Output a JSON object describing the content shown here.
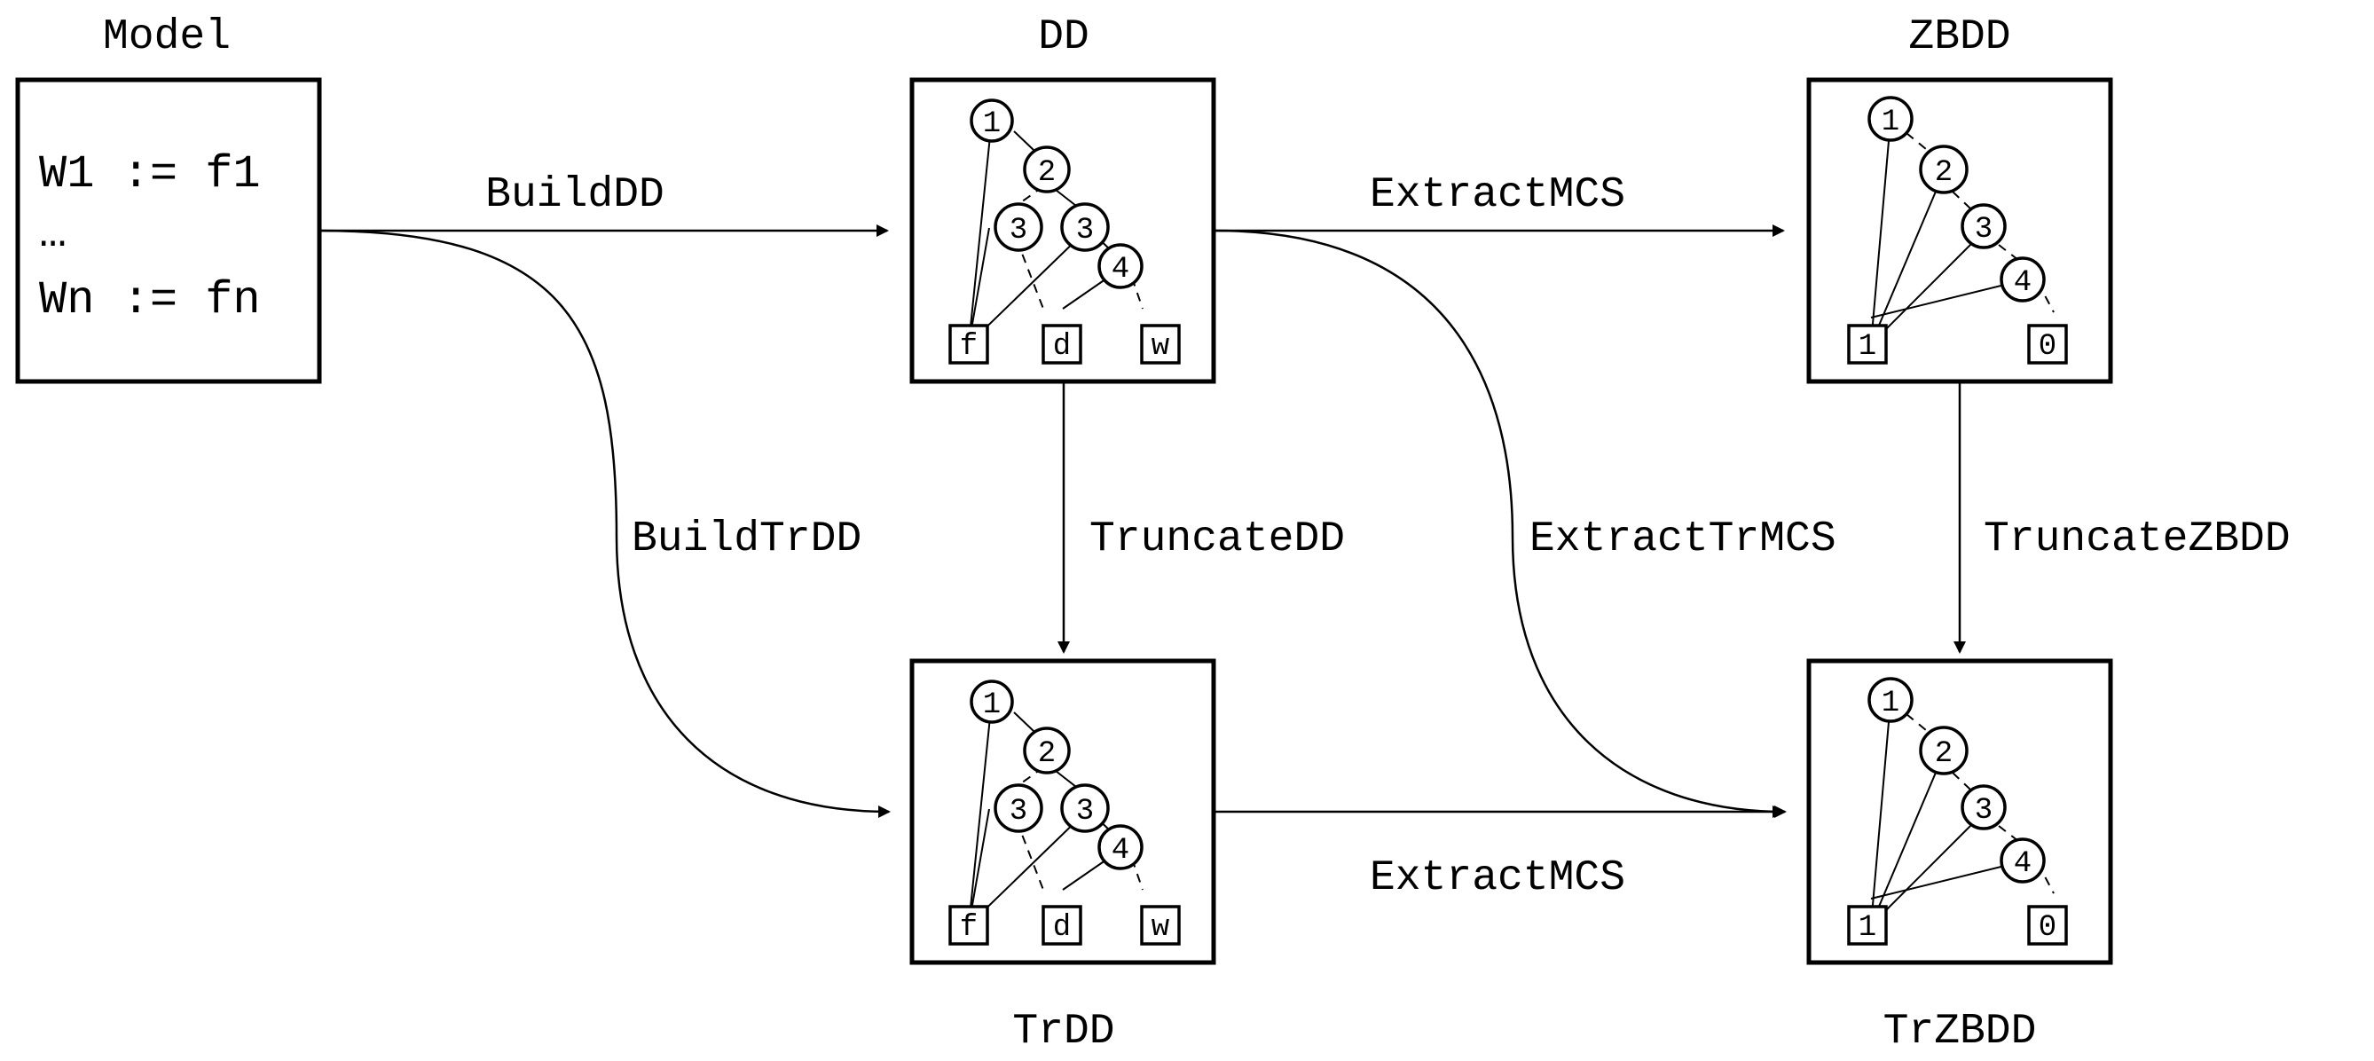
{
  "titles": {
    "model": "Model",
    "dd": "DD",
    "zbdd": "ZBDD",
    "trdd": "TrDD",
    "trzbdd": "TrZBDD"
  },
  "model": {
    "lines": [
      "W1 := f1",
      "…",
      "Wn := fn"
    ]
  },
  "edges": {
    "build_dd": "BuildDD",
    "extract_mcs_top": "ExtractMCS",
    "build_trdd": "BuildTrDD",
    "truncate_dd": "TruncateDD",
    "extract_trmcs": "ExtractTrMCS",
    "truncate_zbdd": "TruncateZBDD",
    "extract_mcs_bottom": "ExtractMCS"
  },
  "dd_graph": {
    "nodes": [
      "1",
      "2",
      "3",
      "3",
      "4"
    ],
    "terminals": [
      "f",
      "d",
      "w"
    ]
  },
  "zbdd_graph": {
    "nodes": [
      "1",
      "2",
      "3",
      "4"
    ],
    "terminals": [
      "1",
      "0"
    ]
  }
}
